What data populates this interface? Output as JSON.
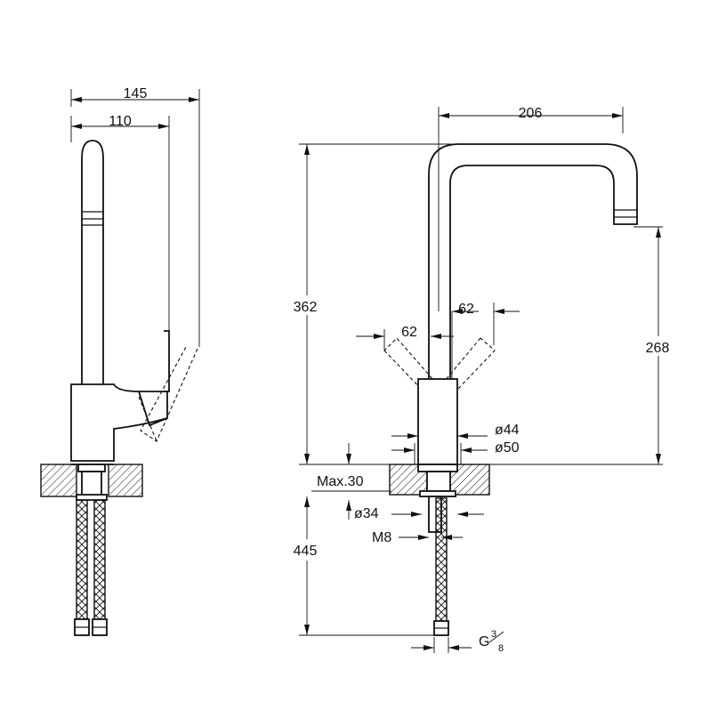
{
  "dimensions": {
    "side_width_total": "145",
    "side_width_spout": "110",
    "front_spout_reach": "206",
    "front_height_total": "362",
    "front_outlet_height": "268",
    "lever_swing_right": "62",
    "lever_swing_left": "62",
    "body_dia_upper": "ø44",
    "body_dia_base": "ø50",
    "max_counter_thickness": "Max.30",
    "hole_dia": "ø34",
    "thread_rod": "M8",
    "hose_length": "445",
    "hose_connection_main": "G",
    "hose_connection_num": "3",
    "hose_connection_den": "8"
  },
  "colors": {
    "line": "#111111",
    "background": "#ffffff"
  }
}
